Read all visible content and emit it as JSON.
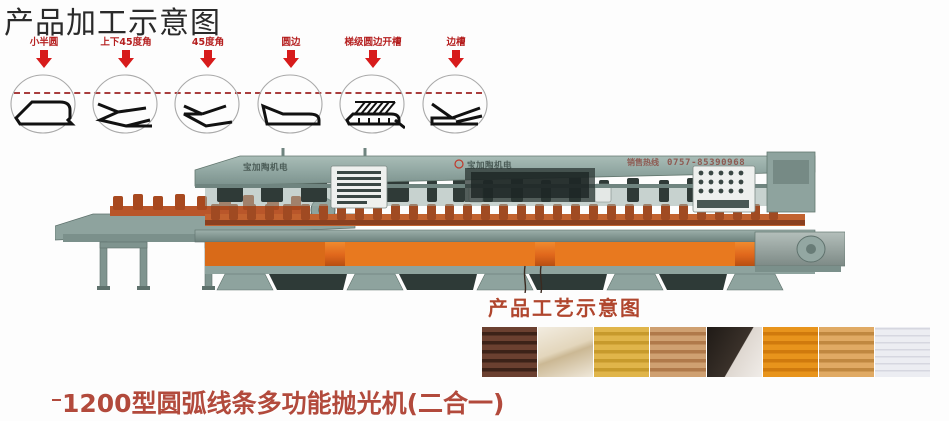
{
  "page": {
    "title": "产品加工示意图",
    "bottom_title": "1200型圆弧线条多功能抛光机(二合一)",
    "background_color": "#fdfdfd"
  },
  "process_diagram": {
    "heading": "产品加工示意图",
    "accent_color": "#b51f1f",
    "arrow_color": "#d71b1b",
    "steps": [
      {
        "label": "小半圆",
        "icon": "profile-small-half-round-icon",
        "arrow": "down-arrow-icon"
      },
      {
        "label": "上下45度角",
        "icon": "profile-double-45-bevel-icon",
        "arrow": "down-arrow-icon"
      },
      {
        "label": "45度角",
        "icon": "profile-45-bevel-icon",
        "arrow": "down-arrow-icon"
      },
      {
        "label": "圆边",
        "icon": "profile-round-edge-icon",
        "arrow": "down-arrow-icon"
      },
      {
        "label": "梯级圆边开槽",
        "icon": "profile-step-round-groove-icon",
        "arrow": "down-arrow-icon"
      },
      {
        "label": "边槽",
        "icon": "profile-side-groove-icon",
        "arrow": "down-arrow-icon"
      }
    ]
  },
  "machine": {
    "image_name": "tile-edge-polishing-machine-photo",
    "canopy_brand_left": "宝加陶机电",
    "canopy_brand_right": "宝加陶机电",
    "hotline_label": "销售热线",
    "hotline_number": "0757-85390968",
    "body_color": "#8aa09b",
    "rail_color": "#e0671c",
    "roller_color": "#b9562a"
  },
  "samples": {
    "title": "产品工艺示意图",
    "title_color": "#b0462e",
    "swatches": [
      {
        "name": "dark-brown-marble-profile",
        "color": "#6b4030",
        "color2": "#3c2218"
      },
      {
        "name": "cream-beveled-slab-profile",
        "color": "#e8ddc8",
        "color2": "#c9b89b"
      },
      {
        "name": "golden-yellow-line-profile",
        "color": "#e0b54a",
        "color2": "#c79a2c"
      },
      {
        "name": "tan-wood-grain-profile",
        "color": "#cfa071",
        "color2": "#b0794a"
      },
      {
        "name": "black-rounded-edge-profile",
        "color": "#2a2420",
        "color2": "#d8d2cc"
      },
      {
        "name": "orange-gold-round-profile",
        "color": "#e8941c",
        "color2": "#d07a0d"
      },
      {
        "name": "light-oak-grain-profile",
        "color": "#e0aa64",
        "color2": "#c08840"
      },
      {
        "name": "white-grey-striped-profile",
        "color": "#e6e6ec",
        "color2": "#cfcfd8"
      }
    ]
  }
}
